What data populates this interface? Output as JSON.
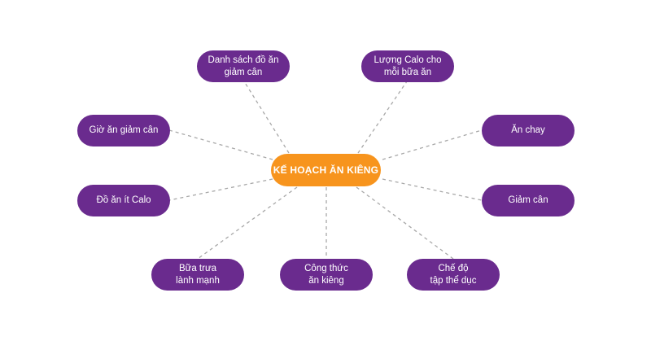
{
  "diagram": {
    "center": {
      "label": "KẾ HOẠCH ĂN KIÊNG"
    },
    "nodes": [
      {
        "id": "danh-sach",
        "label": "Danh sách đồ ăn\ngiảm cân"
      },
      {
        "id": "luong-calo",
        "label": "Lượng Calo cho\nmỗi bữa ăn"
      },
      {
        "id": "gio-an",
        "label": "Giờ ăn giảm cân"
      },
      {
        "id": "an-chay",
        "label": "Ăn chay"
      },
      {
        "id": "do-an-it-calo",
        "label": "Đồ ăn ít Calo"
      },
      {
        "id": "giam-can",
        "label": "Giảm cân"
      },
      {
        "id": "bua-trua",
        "label": "Bữa trưa\nlành mạnh"
      },
      {
        "id": "cong-thuc",
        "label": "Công thức\năn kiêng"
      },
      {
        "id": "che-do",
        "label": "Chế độ\ntập thể dục"
      }
    ]
  },
  "colors": {
    "node_fill": "#6a2b8e",
    "center_fill": "#f7941d",
    "connector": "#a8a8a8",
    "text": "#ffffff"
  }
}
